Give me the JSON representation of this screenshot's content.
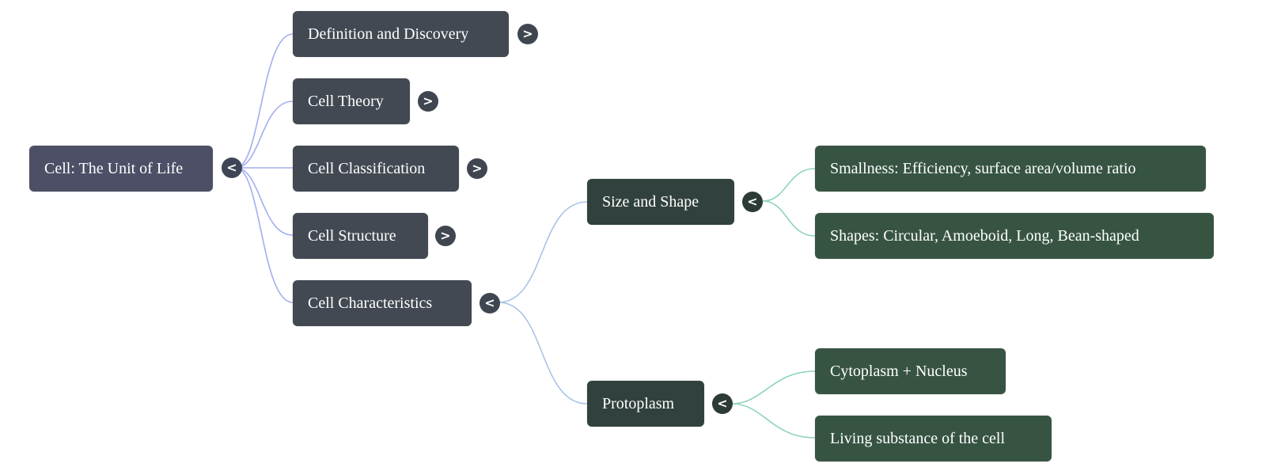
{
  "mindmap": {
    "root": {
      "label": "Cell: The Unit of Life",
      "toggle": "<",
      "expanded": true
    },
    "branches": [
      {
        "label": "Definition and Discovery",
        "toggle": ">",
        "expanded": false
      },
      {
        "label": "Cell Theory",
        "toggle": ">",
        "expanded": false
      },
      {
        "label": "Cell Classification",
        "toggle": ">",
        "expanded": false
      },
      {
        "label": "Cell Structure",
        "toggle": ">",
        "expanded": false
      },
      {
        "label": "Cell Characteristics",
        "toggle": "<",
        "expanded": true,
        "children": [
          {
            "label": "Size and Shape",
            "toggle": "<",
            "expanded": true,
            "children": [
              {
                "label": "Smallness: Efficiency, surface area/volume ratio"
              },
              {
                "label": "Shapes: Circular, Amoeboid, Long, Bean-shaped"
              }
            ]
          },
          {
            "label": "Protoplasm",
            "toggle": "<",
            "expanded": true,
            "children": [
              {
                "label": "Cytoplasm + Nucleus"
              },
              {
                "label": "Living substance of the cell"
              }
            ]
          }
        ]
      }
    ]
  },
  "colors": {
    "root_node": "#4d4f66",
    "level1_node": "#424952",
    "level2_node": "#31423e",
    "level3_node": "#375443",
    "edge_root": "#a3aef0",
    "edge_level1": "#a8c4e6",
    "edge_level2": "#8fd3c0"
  }
}
